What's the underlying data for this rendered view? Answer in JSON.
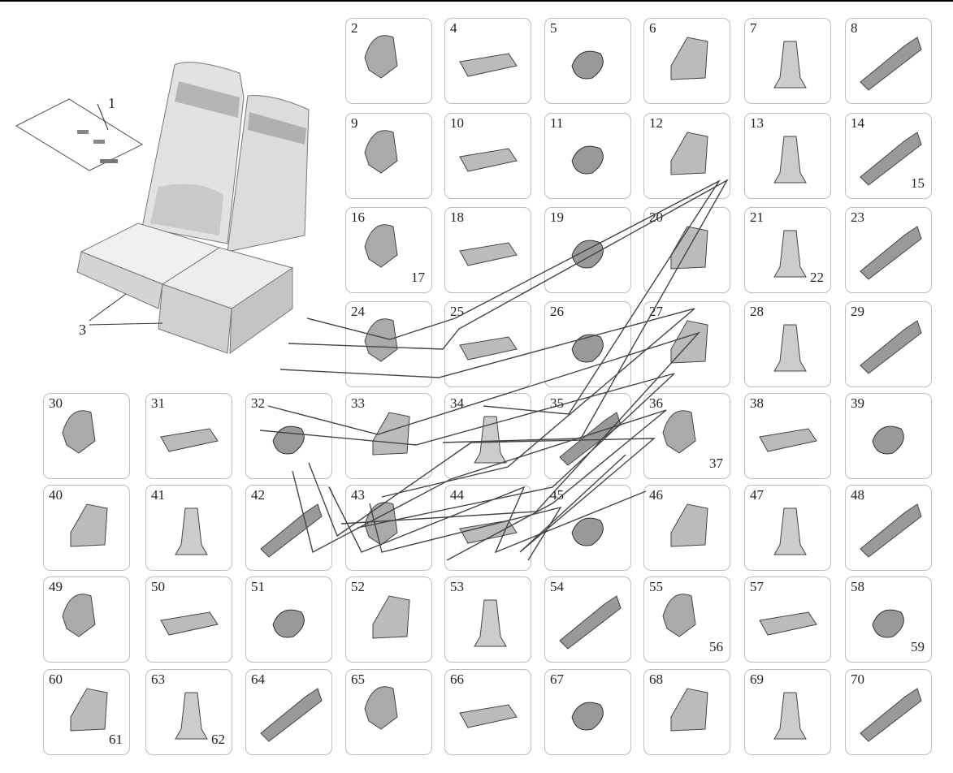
{
  "labels": {
    "seat_assembly": "3",
    "documents": "1"
  },
  "cells": [
    {
      "num": "2"
    },
    {
      "num": "4"
    },
    {
      "num": "5"
    },
    {
      "num": "6"
    },
    {
      "num": "7"
    },
    {
      "num": "8"
    },
    {
      "num": "9"
    },
    {
      "num": "10"
    },
    {
      "num": "11"
    },
    {
      "num": "12"
    },
    {
      "num": "13"
    },
    {
      "num": "14",
      "extra": "15"
    },
    {
      "num": "16",
      "extra": "17"
    },
    {
      "num": "18"
    },
    {
      "num": "19"
    },
    {
      "num": "20"
    },
    {
      "num": "21",
      "extra": "22"
    },
    {
      "num": "23"
    },
    {
      "num": "24"
    },
    {
      "num": "25"
    },
    {
      "num": "26"
    },
    {
      "num": "27"
    },
    {
      "num": "28"
    },
    {
      "num": "29"
    },
    {
      "num": "30"
    },
    {
      "num": "31"
    },
    {
      "num": "32"
    },
    {
      "num": "33"
    },
    {
      "num": "34"
    },
    {
      "num": "35"
    },
    {
      "num": "36",
      "extra": "37"
    },
    {
      "num": "38"
    },
    {
      "num": "39"
    },
    {
      "num": "40"
    },
    {
      "num": "41"
    },
    {
      "num": "42"
    },
    {
      "num": "43"
    },
    {
      "num": "44"
    },
    {
      "num": "45"
    },
    {
      "num": "46"
    },
    {
      "num": "47"
    },
    {
      "num": "48"
    },
    {
      "num": "49"
    },
    {
      "num": "50"
    },
    {
      "num": "51"
    },
    {
      "num": "52"
    },
    {
      "num": "53"
    },
    {
      "num": "54"
    },
    {
      "num": "55",
      "extra": "56"
    },
    {
      "num": "57"
    },
    {
      "num": "58",
      "extra": "59"
    },
    {
      "num": "60",
      "extra": "61"
    },
    {
      "num": "63",
      "extra": "62"
    },
    {
      "num": "64"
    },
    {
      "num": "65"
    },
    {
      "num": "66"
    },
    {
      "num": "67"
    },
    {
      "num": "68"
    },
    {
      "num": "69"
    },
    {
      "num": "70"
    }
  ]
}
